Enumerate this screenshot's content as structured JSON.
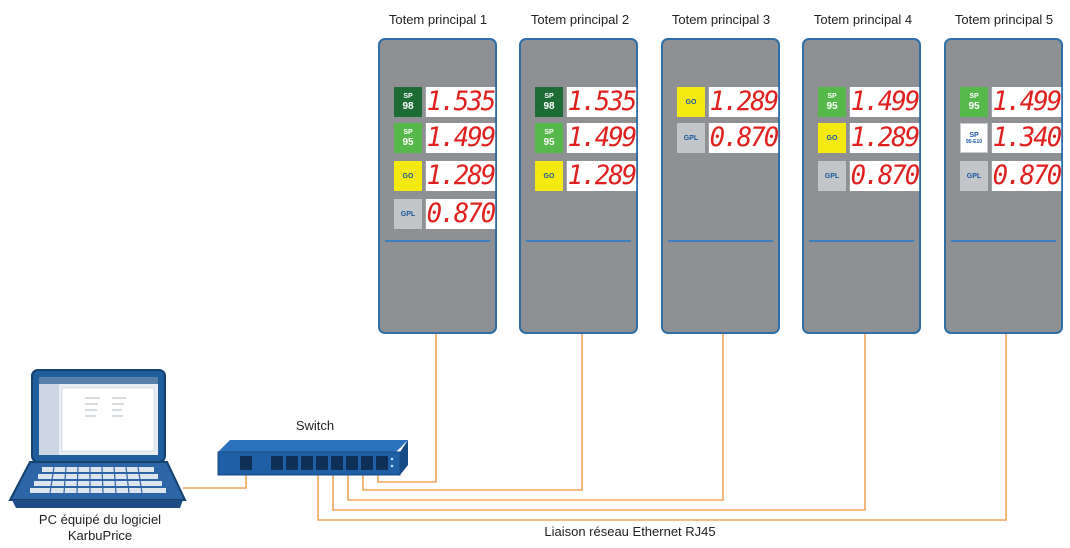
{
  "totems": [
    {
      "title": "Totem principal 1",
      "rows": [
        {
          "l1": "SP",
          "l2": "98",
          "kind": "sp98",
          "price": "1.535"
        },
        {
          "l1": "SP",
          "l2": "95",
          "kind": "sp95",
          "price": "1.499"
        },
        {
          "l1": "GO",
          "l2": "",
          "kind": "go",
          "price": "1.289"
        },
        {
          "l1": "GPL",
          "l2": "",
          "kind": "gpl",
          "price": "0.870"
        }
      ]
    },
    {
      "title": "Totem principal 2",
      "rows": [
        {
          "l1": "SP",
          "l2": "98",
          "kind": "sp98",
          "price": "1.535"
        },
        {
          "l1": "SP",
          "l2": "95",
          "kind": "sp95",
          "price": "1.499"
        },
        {
          "l1": "GO",
          "l2": "",
          "kind": "go",
          "price": "1.289"
        }
      ]
    },
    {
      "title": "Totem principal 3",
      "rows": [
        {
          "l1": "GO",
          "l2": "",
          "kind": "go",
          "price": "1.289"
        },
        {
          "l1": "GPL",
          "l2": "",
          "kind": "gpl",
          "price": "0.870"
        }
      ]
    },
    {
      "title": "Totem principal 4",
      "rows": [
        {
          "l1": "SP",
          "l2": "95",
          "kind": "sp95",
          "price": "1.499"
        },
        {
          "l1": "GO",
          "l2": "",
          "kind": "go",
          "price": "1.289"
        },
        {
          "l1": "GPL",
          "l2": "",
          "kind": "gpl",
          "price": "0.870"
        }
      ]
    },
    {
      "title": "Totem principal 5",
      "rows": [
        {
          "l1": "SP",
          "l2": "95",
          "kind": "sp95",
          "price": "1.499"
        },
        {
          "l1": "SP",
          "l2": "95-E10",
          "kind": "e10",
          "price": "1.340"
        },
        {
          "l1": "GPL",
          "l2": "",
          "kind": "gpl",
          "price": "0.870"
        }
      ]
    }
  ],
  "switch_label": "Switch",
  "pc_label_line1": "PC équipé du logiciel",
  "pc_label_line2": "KarbuPrice",
  "network_label": "Liaison réseau Ethernet RJ45",
  "colors": {
    "cable": "#f2a65a",
    "panel": "#8e9093",
    "border": "#2f6fa8",
    "led": "#e0201f"
  }
}
